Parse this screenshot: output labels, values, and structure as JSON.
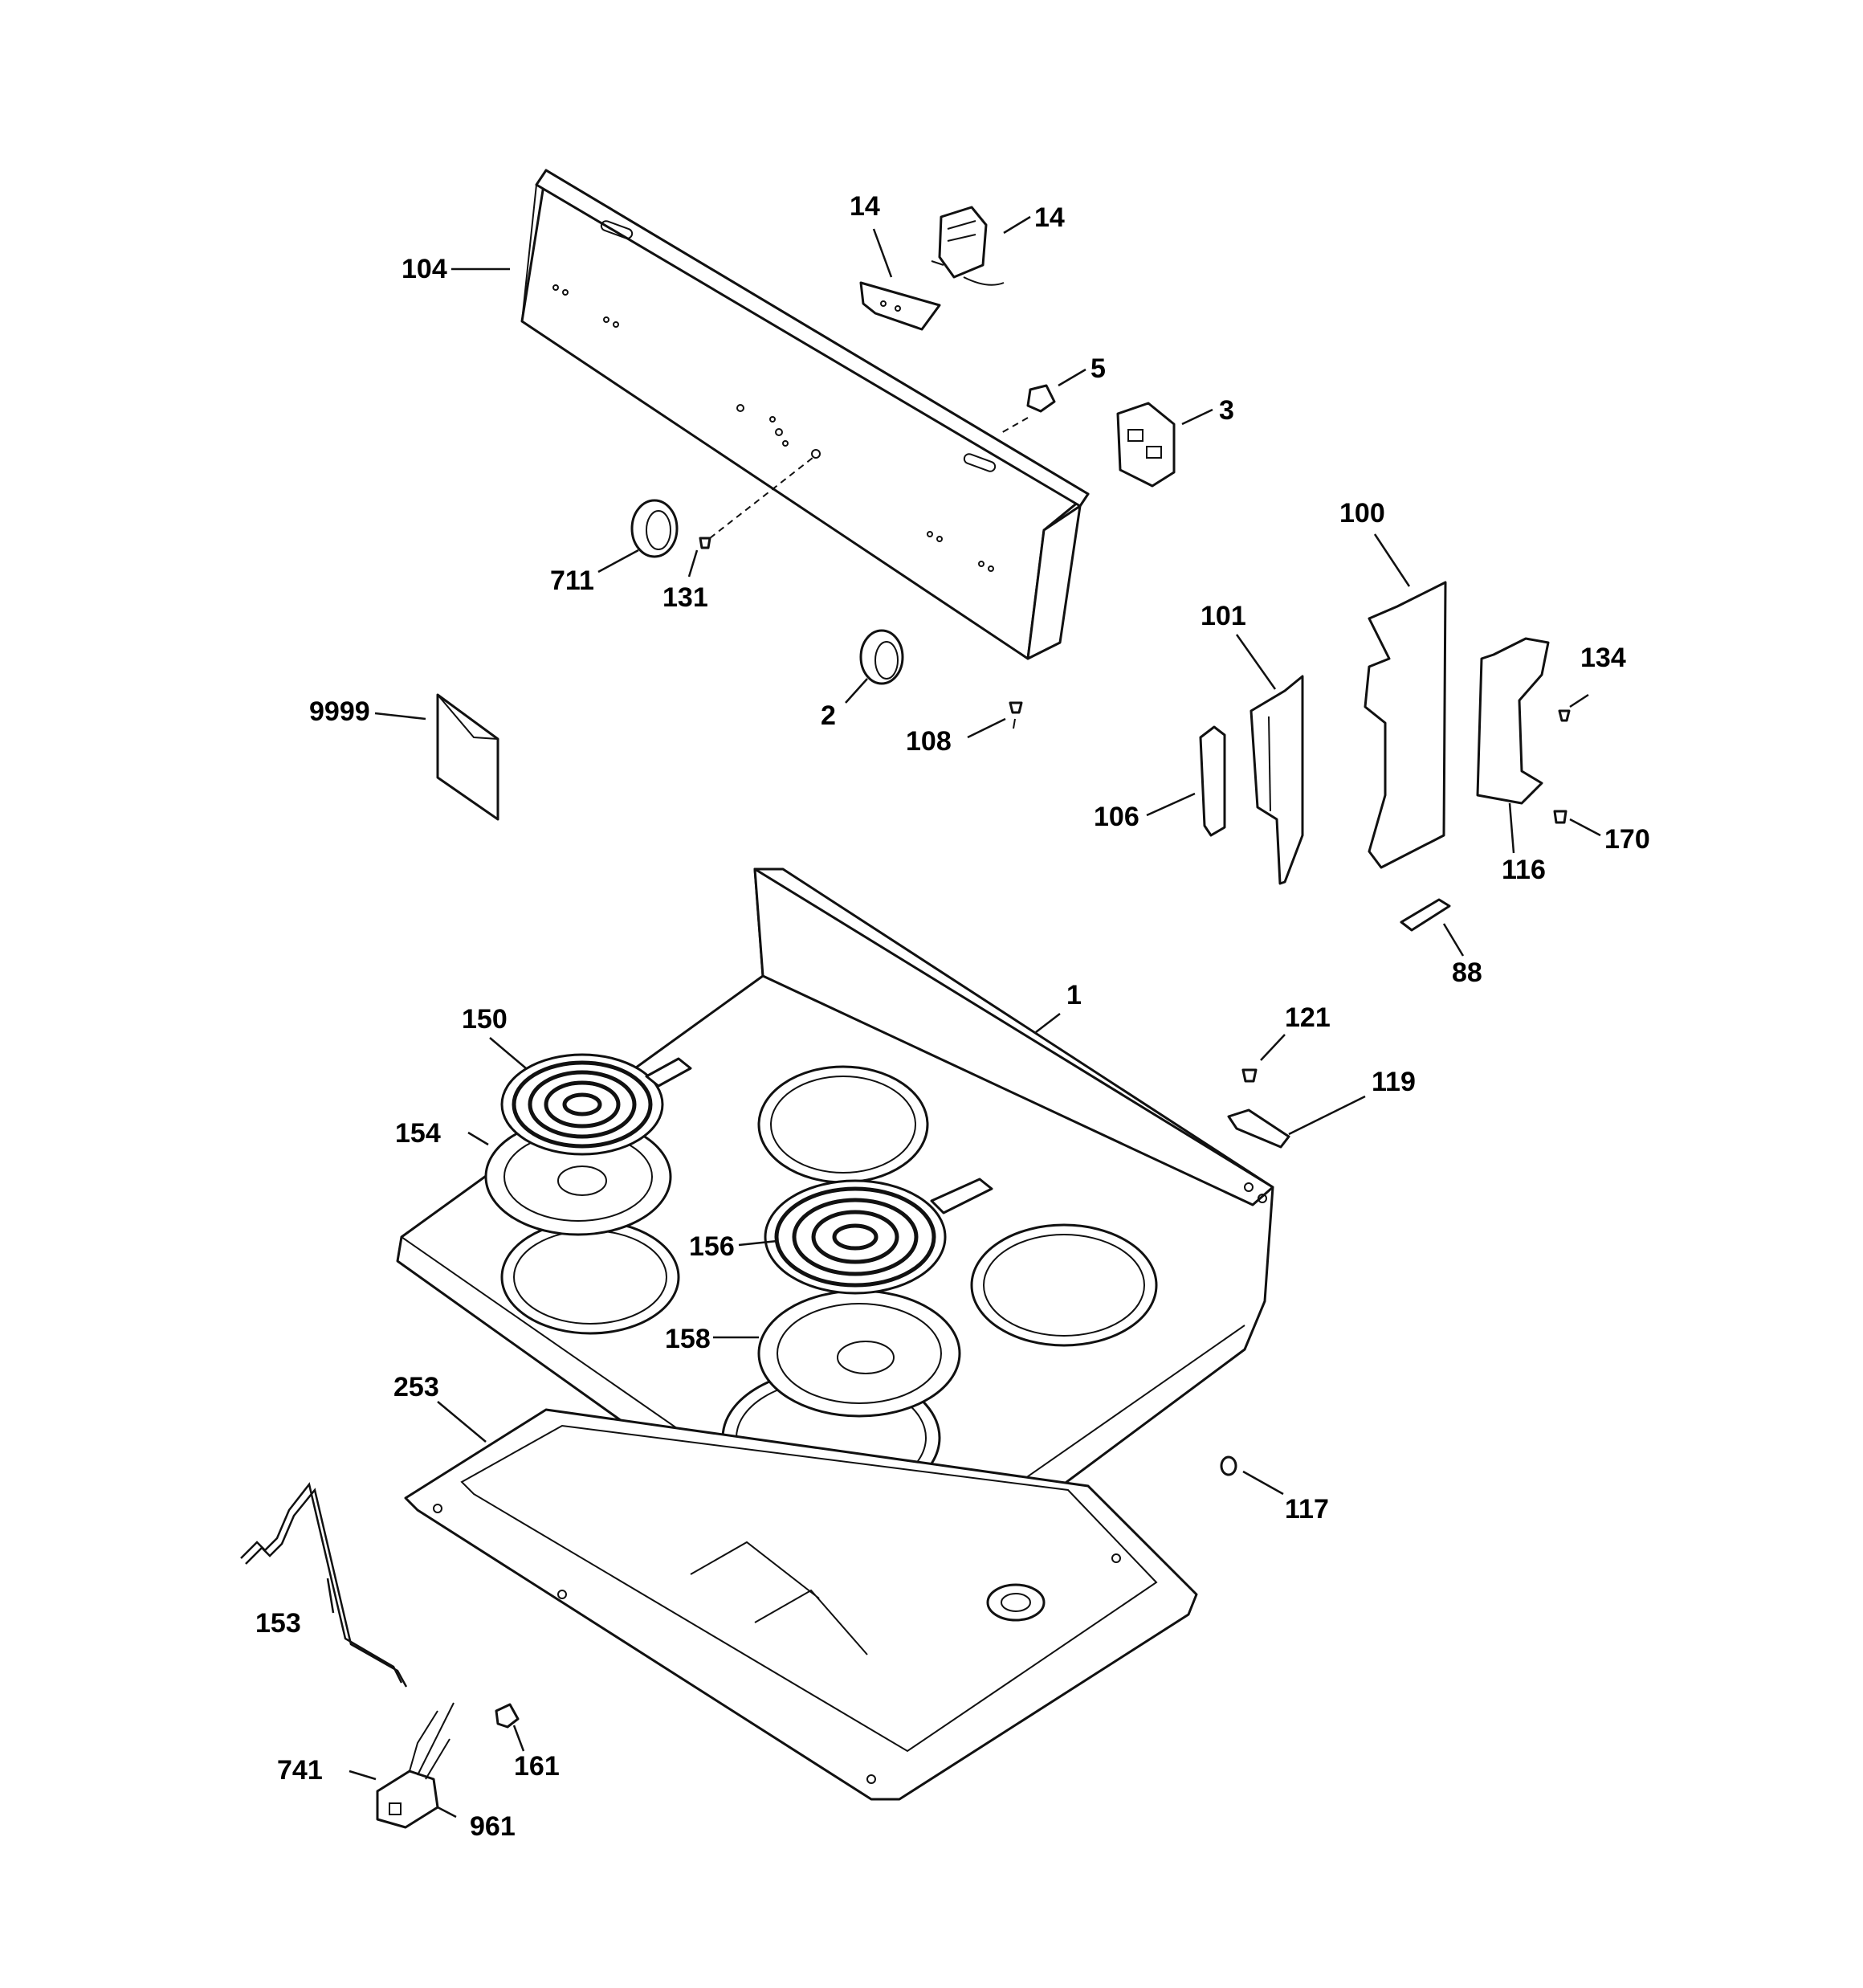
{
  "diagram": {
    "callouts": {
      "c104": "104",
      "c14a": "14",
      "c14b": "14",
      "c5": "5",
      "c3": "3",
      "c100": "100",
      "c101": "101",
      "c134": "134",
      "c711": "711",
      "c131": "131",
      "c2": "2",
      "c108": "108",
      "c9999": "9999",
      "c106": "106",
      "c116": "116",
      "c170": "170",
      "c88": "88",
      "c1": "1",
      "c121": "121",
      "c150": "150",
      "c119": "119",
      "c154": "154",
      "c156": "156",
      "c158": "158",
      "c253": "253",
      "c117": "117",
      "c153": "153",
      "c161": "161",
      "c741": "741",
      "c961": "961"
    }
  }
}
